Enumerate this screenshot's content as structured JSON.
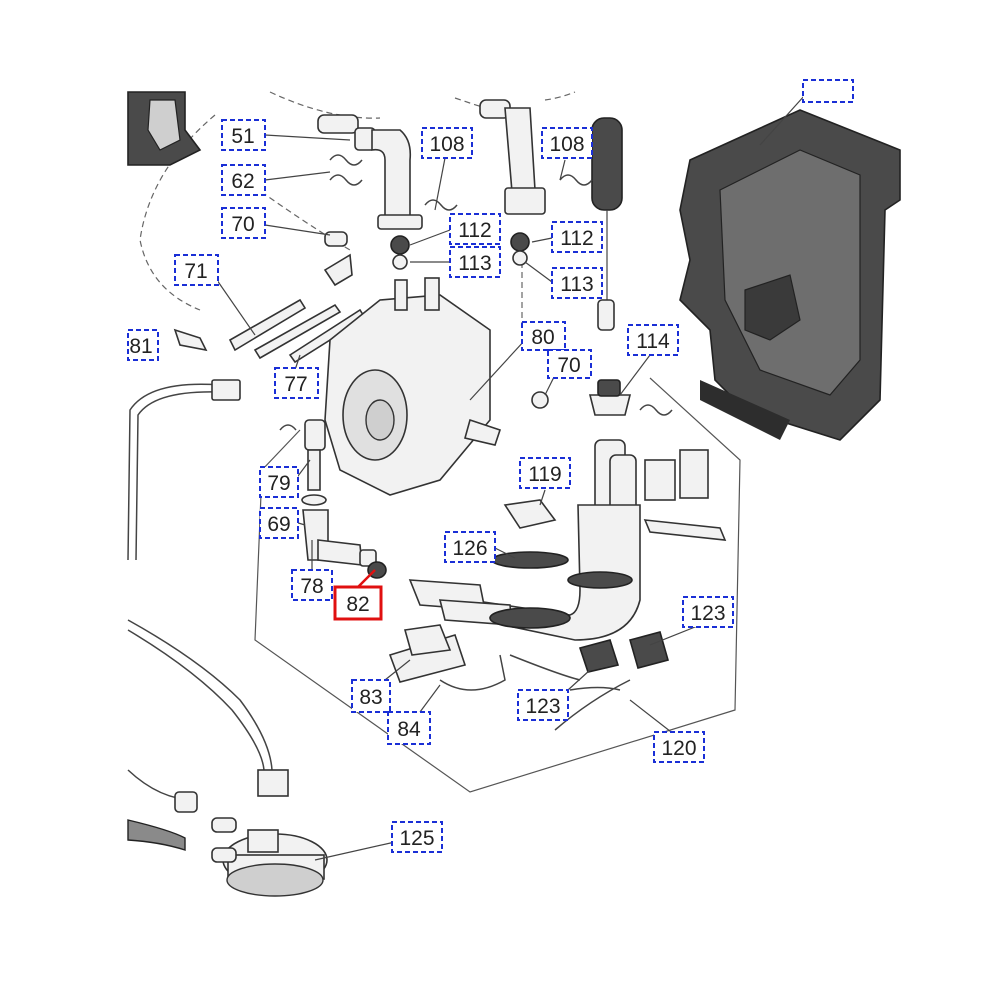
{
  "labels": [
    {
      "id": "51",
      "text": "51"
    },
    {
      "id": "62",
      "text": "62"
    },
    {
      "id": "70a",
      "text": "70"
    },
    {
      "id": "71",
      "text": "71"
    },
    {
      "id": "81",
      "text": "81"
    },
    {
      "id": "77",
      "text": "77"
    },
    {
      "id": "108a",
      "text": "108"
    },
    {
      "id": "108b",
      "text": "108"
    },
    {
      "id": "112a",
      "text": "112"
    },
    {
      "id": "113a",
      "text": "113"
    },
    {
      "id": "112b",
      "text": "112"
    },
    {
      "id": "113b",
      "text": "113"
    },
    {
      "id": "80",
      "text": "80"
    },
    {
      "id": "70b",
      "text": "70"
    },
    {
      "id": "114",
      "text": "114"
    },
    {
      "id": "79",
      "text": "79"
    },
    {
      "id": "69",
      "text": "69"
    },
    {
      "id": "78",
      "text": "78"
    },
    {
      "id": "82",
      "text": "82",
      "highlighted": true
    },
    {
      "id": "119",
      "text": "119"
    },
    {
      "id": "126",
      "text": "126"
    },
    {
      "id": "123a",
      "text": "123"
    },
    {
      "id": "123b",
      "text": "123"
    },
    {
      "id": "83",
      "text": "83"
    },
    {
      "id": "84",
      "text": "84"
    },
    {
      "id": "120",
      "text": "120"
    },
    {
      "id": "125",
      "text": "125"
    }
  ],
  "colors": {
    "label_border": "#1a2fd6",
    "highlight_border": "#e01010",
    "dark_part": "#4a4a4a"
  }
}
